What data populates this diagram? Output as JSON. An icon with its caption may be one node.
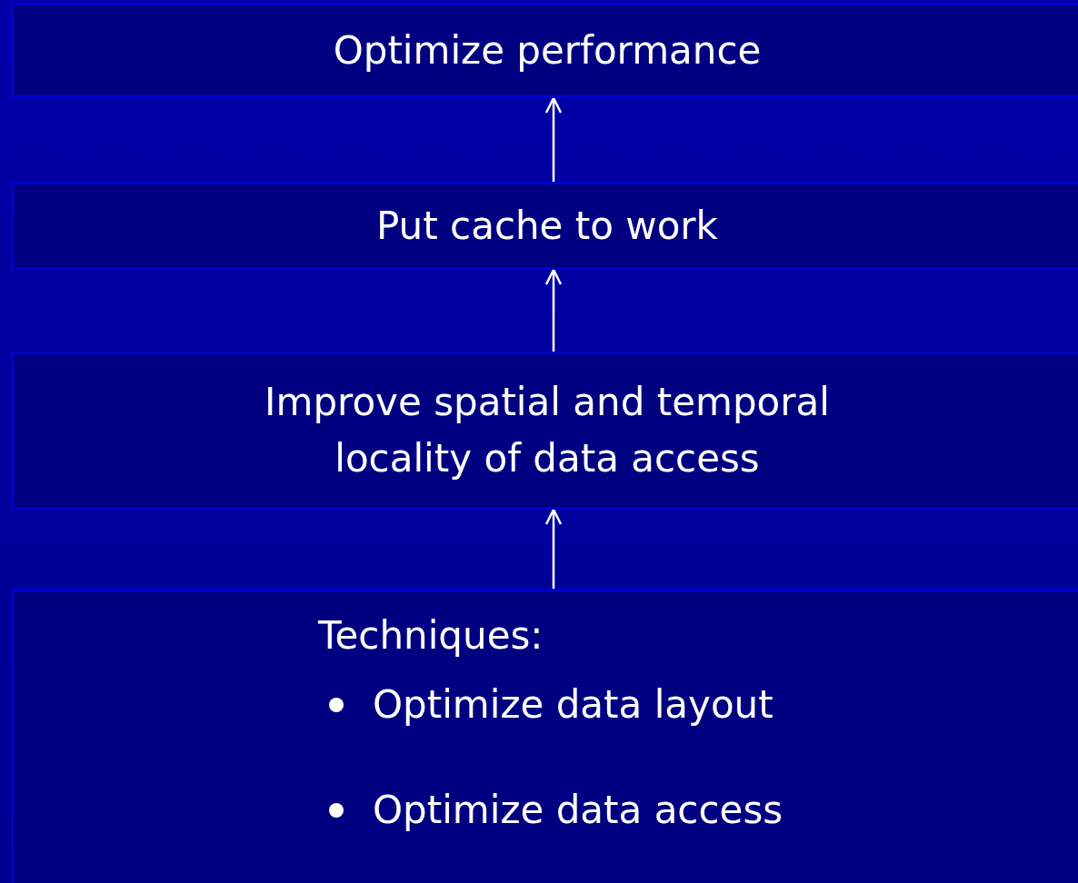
{
  "diagram": {
    "nodes": [
      {
        "text": [
          "Optimize performance"
        ]
      },
      {
        "text": [
          "Put cache to work"
        ]
      },
      {
        "text": [
          "Improve spatial and temporal locality of data access"
        ]
      },
      {
        "text": [
          "Techniques:",
          "Optimize data layout",
          "Optimize data access"
        ]
      }
    ],
    "edges": [
      {
        "from": 1,
        "to": 0,
        "arrow": "to"
      },
      {
        "from": 2,
        "to": 1,
        "arrow": "to"
      },
      {
        "from": 3,
        "to": 2,
        "arrow": "to"
      }
    ]
  }
}
